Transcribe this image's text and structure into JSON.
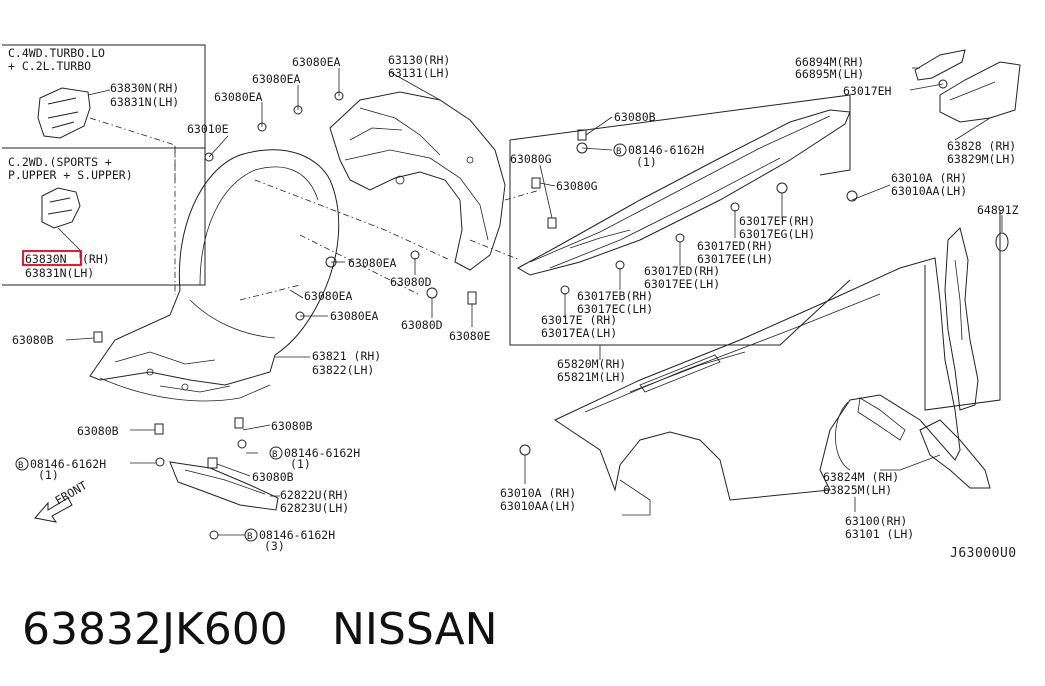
{
  "inset": {
    "variant_1": [
      "C.4WD.TURBO.LO",
      "+ C.2L.TURBO"
    ],
    "variant_2": [
      "C.2WD.(SPORTS +",
      "P.UPPER + S.UPPER)"
    ]
  },
  "callouts": [
    "63830N(RH)",
    "63831N(LH)",
    "63830N",
    "(RH)",
    "63831N(LH)",
    "63080EA",
    "63080EA",
    "63080EA",
    "63130(RH)",
    "63131(LH)",
    "63010E",
    "63080B",
    "63080G",
    "08146-6162H",
    "(1)",
    "63080G",
    "63017EF(RH)",
    "63017EG(LH)",
    "63017ED(RH)",
    "63017EE(LH)",
    "63017ED(RH)",
    "63017EE(LH)",
    "63017EB(RH)",
    "63017EC(LH)",
    "63017E (RH)",
    "63017EA(LH)",
    "63080EA",
    "63080D",
    "63080D",
    "63080E",
    "63080EA",
    "63080EA",
    "63080B",
    "63821 (RH)",
    "63822(LH)",
    "65820M(RH)",
    "65821M(LH)",
    "66894M(RH)",
    "66895M(LH)",
    "63017EH",
    "63828 (RH)",
    "63829M(LH)",
    "63010A (RH)",
    "63010AA(LH)",
    "64891Z",
    "63080B",
    "63080B",
    "08146-6162H",
    "(1)",
    "08146-6162H",
    "(1)",
    "63080B",
    "62822U(RH)",
    "62823U(LH)",
    "08146-6162H",
    "(3)",
    "63010A (RH)",
    "63010AA(LH)",
    "63824M (RH)",
    "63825M(LH)",
    "63100(RH)",
    "63101 (LH)",
    "FRONT"
  ],
  "diagram_code": "J63000U0",
  "part_number": "63832JK600",
  "brand": "NISSAN",
  "highlight_color": "#e8001c"
}
